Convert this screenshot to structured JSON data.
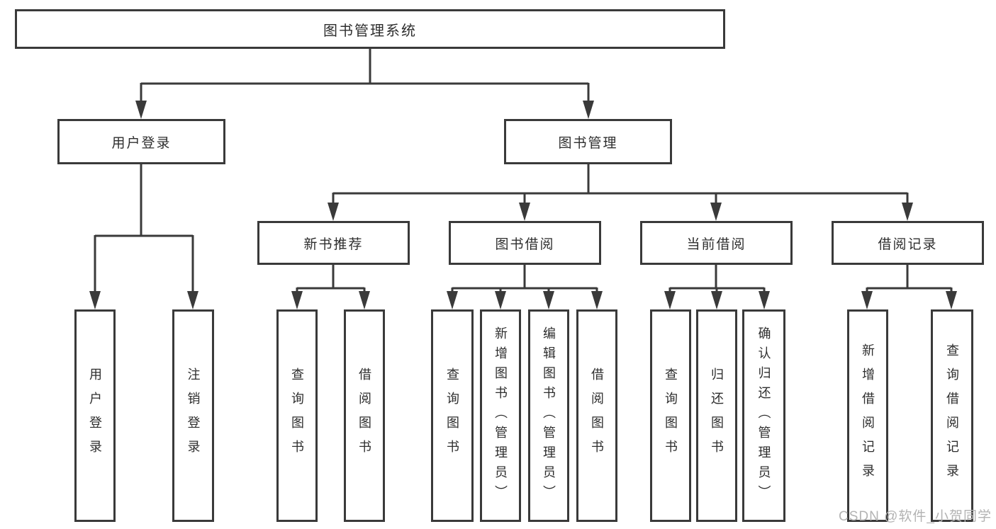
{
  "title": "图书管理系统",
  "colors": {
    "line": "#3a3a3a",
    "border": "#3a3a3a",
    "text": "#2e2e2e",
    "watermark": "#b3b3b3",
    "background": "#ffffff"
  },
  "watermark": {
    "text": "CSDN @软件_小贺同学"
  },
  "tree": {
    "root": {
      "label": "图书管理系统"
    },
    "branches": [
      {
        "label": "用户登录",
        "children": [
          {
            "label": "用户登录"
          },
          {
            "label": "注销登录"
          }
        ]
      },
      {
        "label": "图书管理",
        "children": [
          {
            "label": "新书推荐",
            "children": [
              {
                "label": "查询图书"
              },
              {
                "label": "借阅图书"
              }
            ]
          },
          {
            "label": "图书借阅",
            "children": [
              {
                "label": "查询图书"
              },
              {
                "label": "新增图书（管理员）"
              },
              {
                "label": "编辑图书（管理员）"
              },
              {
                "label": "借阅图书"
              }
            ]
          },
          {
            "label": "当前借阅",
            "children": [
              {
                "label": "查询图书"
              },
              {
                "label": "归还图书"
              },
              {
                "label": "确认归还（管理员）"
              }
            ]
          },
          {
            "label": "借阅记录",
            "children": [
              {
                "label": "新增借阅记录"
              },
              {
                "label": "查询借阅记录"
              }
            ]
          }
        ]
      }
    ]
  }
}
